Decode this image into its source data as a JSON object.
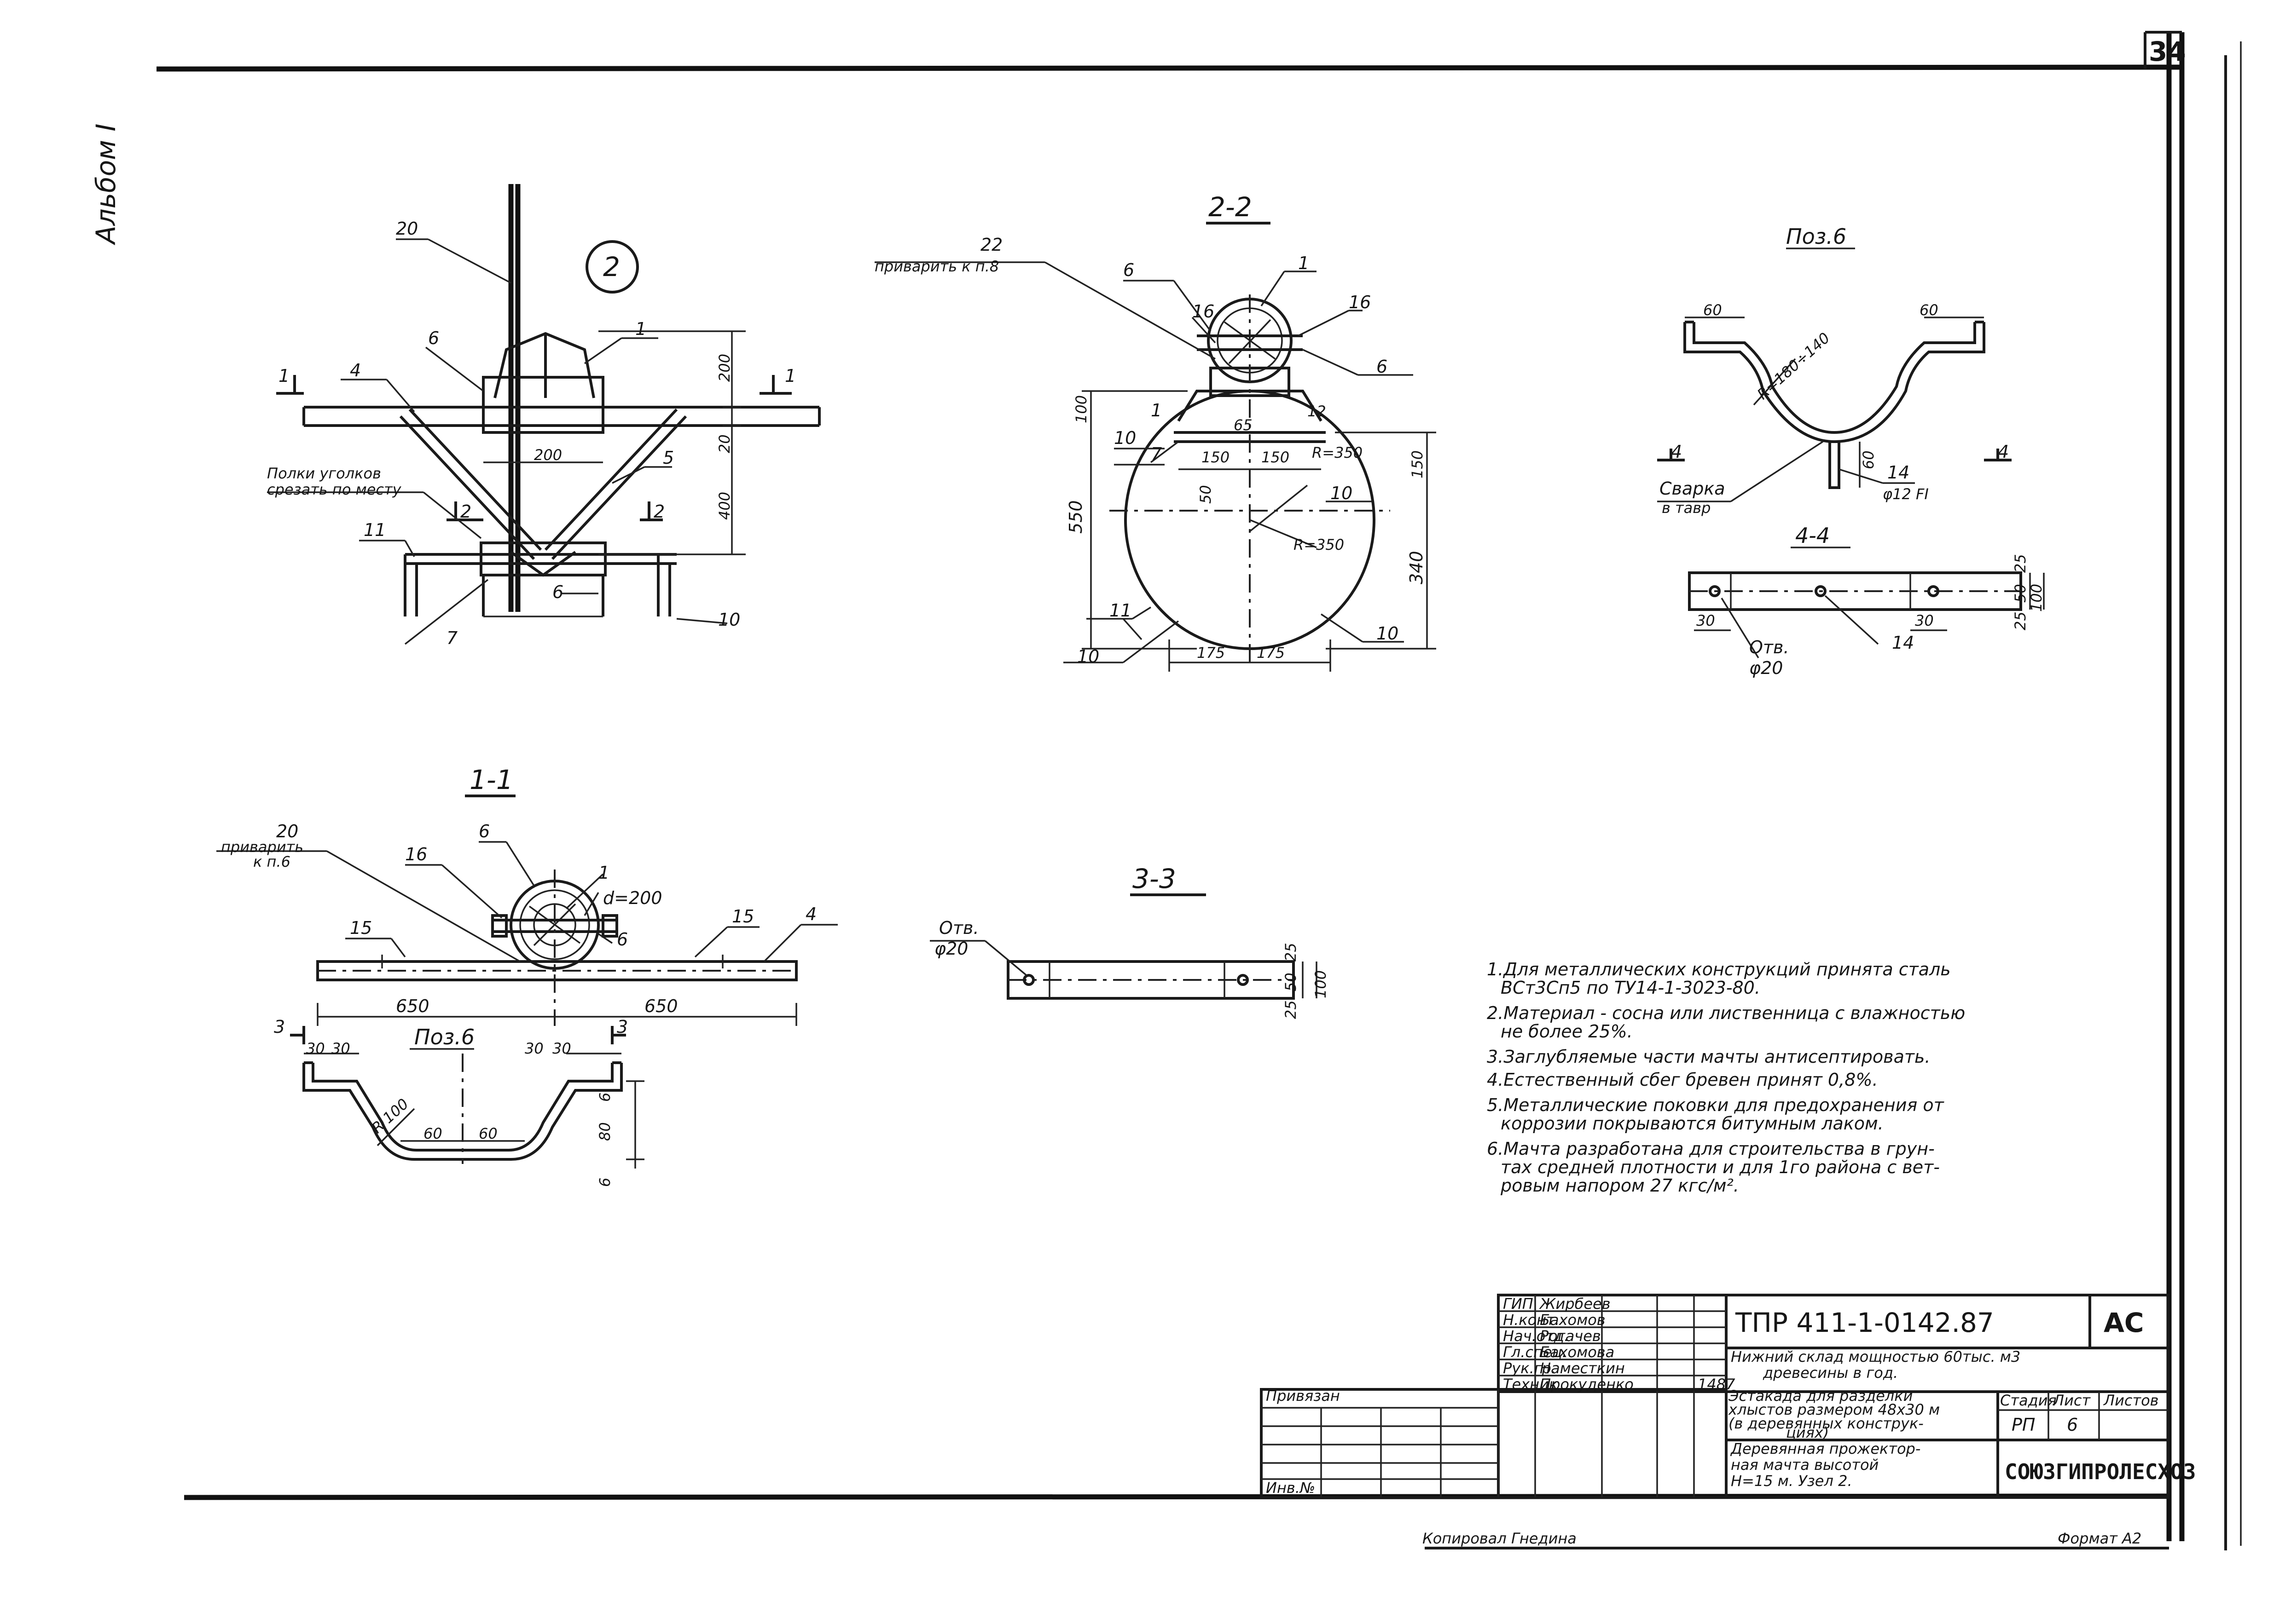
{
  "sheet": {
    "number": "34",
    "album": "Альбом I"
  },
  "views": {
    "node": {
      "badge": "2",
      "labels": [
        "20",
        "1",
        "6",
        "4",
        "1",
        "1",
        "200",
        "200",
        "20",
        "5",
        "400",
        "2",
        "2",
        "11",
        "6",
        "7",
        "10"
      ],
      "note": [
        "Полки уголков",
        "срезать по месту"
      ]
    },
    "sec22": {
      "title": "2-2",
      "note": [
        "22",
        "приварить к п.8"
      ],
      "labels": [
        "6",
        "1",
        "16",
        "16",
        "6",
        "100",
        "12",
        "65",
        "150",
        "150",
        "150",
        "R=350",
        "550",
        "10",
        "7",
        "50",
        "10",
        "R=350",
        "340",
        "11",
        "175",
        "175",
        "10",
        "10",
        "1"
      ]
    },
    "pos6top": {
      "title": "Поз.6",
      "labels": [
        "60",
        "60",
        "R=180÷140",
        "60",
        "4",
        "4",
        "14",
        "φ12 FI"
      ],
      "weld": [
        "Сварка",
        "в тавр"
      ]
    },
    "sec44": {
      "title": "4-4",
      "labels": [
        "30",
        "30",
        "14",
        "25",
        "50",
        "25",
        "100"
      ],
      "hole": [
        "Отв.",
        "φ20"
      ]
    },
    "sec11": {
      "title": "1-1",
      "note": [
        "20",
        "приварить",
        "к п.6"
      ],
      "labels": [
        "16",
        "6",
        "1",
        "d=200",
        "6",
        "15",
        "15",
        "4",
        "650",
        "650"
      ]
    },
    "pos6bottom": {
      "title": "Поз.6",
      "labels": [
        "3",
        "30",
        "30",
        "30",
        "30",
        "3",
        "R 100",
        "60",
        "60",
        "6",
        "80",
        "6"
      ]
    },
    "sec33": {
      "title": "3-3",
      "hole": [
        "Отв.",
        "φ20"
      ],
      "labels": [
        "25",
        "50",
        "25",
        "100"
      ]
    }
  },
  "notes": [
    "1.Для металлических конструкций принята сталь",
    "ВСт3Сп5 по ТУ14-1-3023-80.",
    "2.Материал - сосна или лиственница с влажностью",
    "не более 25%.",
    "3.Заглубляемые части мачты антисептировать.",
    "4.Естественный сбег бревен принят 0,8%.",
    "5.Металлические поковки для предохранения от",
    "коррозии покрываются битумным лаком.",
    "6.Мачта разработана для строительства в грун-",
    "тах средней плотности и для 1го района с вет-",
    "ровым напором 27 кгс/м²."
  ],
  "title_block": {
    "code": "ТПР 411-1-0142.87",
    "mark": "АС",
    "project": [
      "Нижний склад мощностью 60тыс. м3",
      "древесины в год."
    ],
    "stage_title": [
      "Эстакада для разделки",
      "хлыстов размером 48х30 м",
      "(в деревянных конструк-",
      "циях)"
    ],
    "drawing_title": [
      "Деревянная прожектор-",
      "ная мачта высотой",
      "Н=15 м. Узел 2."
    ],
    "stage_hdr": [
      "Стадия",
      "Лист",
      "Листов"
    ],
    "stage": "РП",
    "sheet": "6",
    "org": "СОЮЗГИПРОЛЕСХОЗ",
    "roles": [
      "ГИП",
      "Н.конт.",
      "Нач.отд.",
      "Гл.спец.",
      "Рук.гр.",
      "Техник"
    ],
    "names": [
      "Жирбеев",
      "Бахомов",
      "Рогачев",
      "Бахомова",
      "Наместкин",
      "Прокуденко"
    ],
    "privyazan": "Привязан",
    "inv": "Инв.№",
    "date": "1487",
    "copied": "Копировал Гнедина",
    "format": "Формат А2"
  }
}
